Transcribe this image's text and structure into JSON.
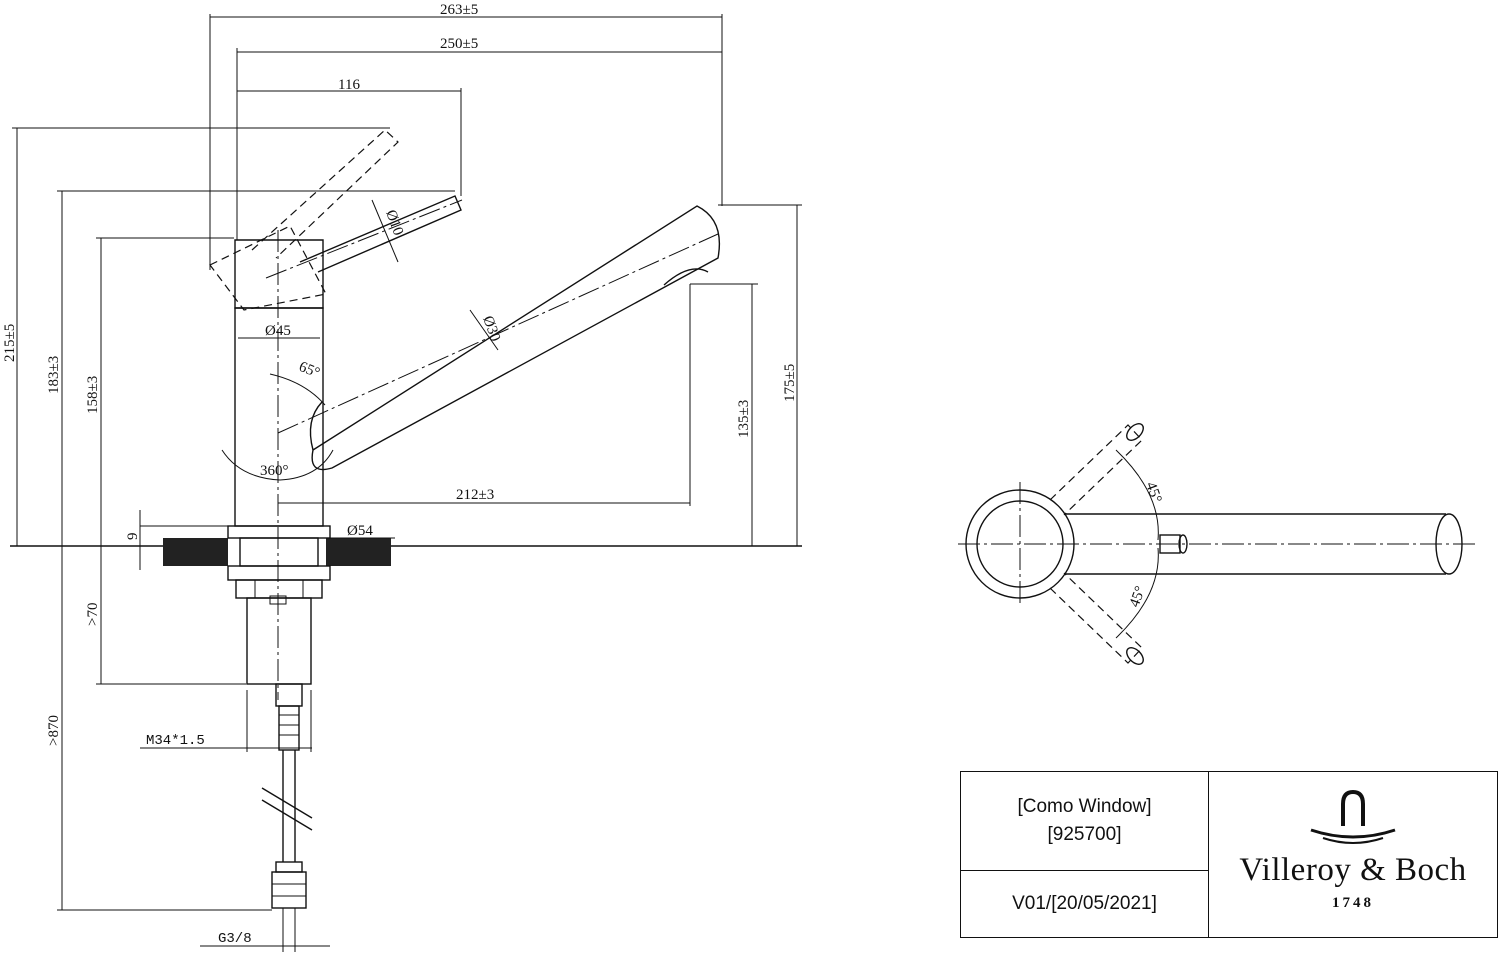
{
  "dimensions": {
    "d263": "263±5",
    "d250": "250±5",
    "d116": "116",
    "d215": "215±5",
    "d183": "183±3",
    "d158": "158±3",
    "d175": "175±5",
    "d135": "135±3",
    "d212": "212±3",
    "d9": "9",
    "d70": ">70",
    "d870": ">870",
    "dia45": "Ø45",
    "dia54": "Ø54",
    "dia30": "Ø30",
    "dia10": "Ø10",
    "a65": "65°",
    "a360": "360°",
    "thread_m34": "M34*1.5",
    "thread_g38": "G3/8",
    "top_a45a": "45°",
    "top_a45b": "45°"
  },
  "title_block": {
    "product_name": "[Como Window]",
    "product_code": "[925700]",
    "version": "V01/[20/05/2021]",
    "brand": "Villeroy & Boch",
    "year": "1748"
  }
}
